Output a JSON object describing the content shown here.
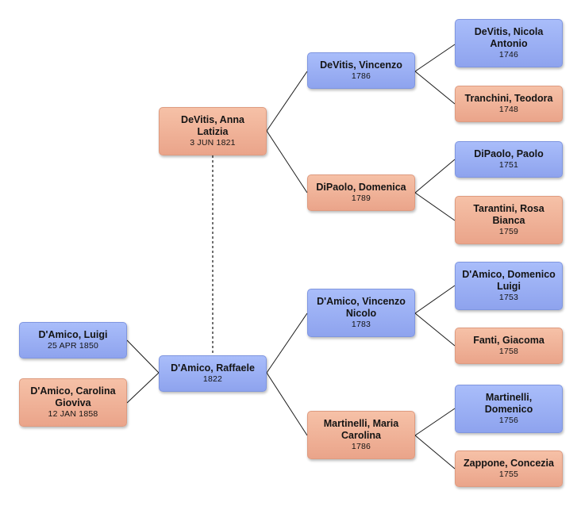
{
  "tree": {
    "people": {
      "luigi": {
        "name": "D'Amico, Luigi",
        "date": "25 APR 1850",
        "sex": "male"
      },
      "carolina": {
        "name": "D'Amico, Carolina Gioviva",
        "date": "12 JAN 1858",
        "sex": "female"
      },
      "raffaele": {
        "name": "D'Amico, Raffaele",
        "date": "1822",
        "sex": "male"
      },
      "anna": {
        "name": "DeVitis, Anna Latizia",
        "date": "3 JUN 1821",
        "sex": "female"
      },
      "vincenzo": {
        "name": "DeVitis, Vincenzo",
        "date": "1786",
        "sex": "male"
      },
      "domenica": {
        "name": "DiPaolo, Domenica",
        "date": "1789",
        "sex": "female"
      },
      "vnicolo": {
        "name": "D'Amico, Vincenzo Nicolo",
        "date": "1783",
        "sex": "male"
      },
      "maria": {
        "name": "Martinelli, Maria Carolina",
        "date": "1786",
        "sex": "female"
      },
      "nicola": {
        "name": "DeVitis, Nicola Antonio",
        "date": "1746",
        "sex": "male"
      },
      "teodora": {
        "name": "Tranchini, Teodora",
        "date": "1748",
        "sex": "female"
      },
      "paolo": {
        "name": "DiPaolo, Paolo",
        "date": "1751",
        "sex": "male"
      },
      "rosa": {
        "name": "Tarantini, Rosa Bianca",
        "date": "1759",
        "sex": "female"
      },
      "dluigi": {
        "name": "D'Amico, Domenico Luigi",
        "date": "1753",
        "sex": "male"
      },
      "giacoma": {
        "name": "Fanti, Giacoma",
        "date": "1758",
        "sex": "female"
      },
      "mdomenico": {
        "name": "Martinelli, Domenico",
        "date": "1756",
        "sex": "male"
      },
      "concezia": {
        "name": "Zappone, Concezia",
        "date": "1755",
        "sex": "female"
      }
    },
    "colors": {
      "male": "#99adf2",
      "female": "#f0b096",
      "line": "#1a1a1a"
    }
  }
}
